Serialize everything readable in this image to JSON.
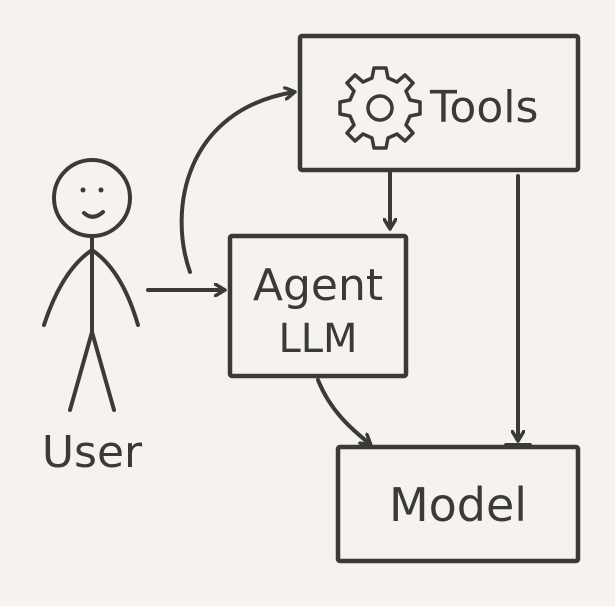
{
  "diagram": {
    "nodes": {
      "tools": {
        "label": "Tools",
        "icon": "gear-icon"
      },
      "agent": {
        "label_line1": "Agent",
        "label_line2": "LLM"
      },
      "model": {
        "label": "Model"
      },
      "user": {
        "label": "User",
        "icon": "stick-figure-icon"
      }
    },
    "colors": {
      "background": "#f6f3ee",
      "stroke": "#3a3a37"
    }
  }
}
